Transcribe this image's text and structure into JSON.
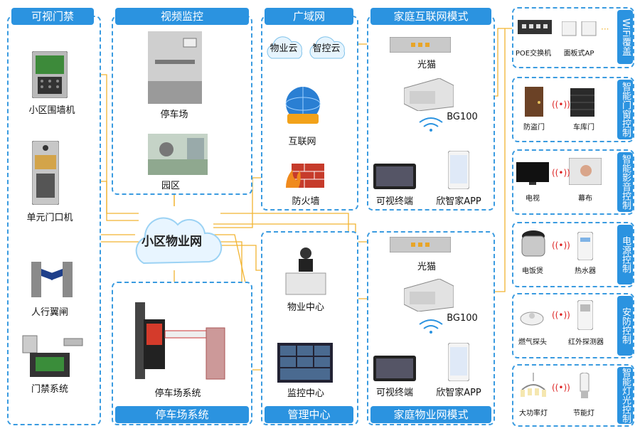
{
  "panels": {
    "access": "可视门禁",
    "video": "视频监控",
    "wan": "广域网",
    "home_internet": "家庭互联网模式",
    "parking": "停车场系统",
    "mgmt": "管理中心",
    "home_property": "家庭物业网模式"
  },
  "side_tabs": {
    "wifi": "WiFi覆盖",
    "door": "智能门窗控制",
    "av": "智能影音控制",
    "power": "电源控制",
    "security": "安防控制",
    "light": "智能灯光控制"
  },
  "nodes": {
    "wall_unit": "小区围墙机",
    "unit_door": "单元门口机",
    "turnstile": "人行翼闸",
    "access_sys": "门禁系统",
    "parking_cam": "停车场",
    "garden": "园区",
    "cloud_property": "物业云",
    "cloud_smart": "智控云",
    "internet": "互联网",
    "firewall": "防火墙",
    "community_net": "小区物业网",
    "property_center": "物业中心",
    "monitor_center": "监控中心",
    "parking_sys": "停车场系统",
    "modem1": "光猫",
    "bg1": "BG100",
    "terminal1": "可视终端",
    "app1": "欣智家APP",
    "modem2": "光猫",
    "bg2": "BG100",
    "terminal2": "可视终端",
    "app2": "欣智家APP"
  },
  "devices": {
    "poe": "POE交换机",
    "ap": "面板式AP",
    "anti_theft": "防盗门",
    "garage": "车库门",
    "tv": "电视",
    "screen": "幕布",
    "cooker": "电饭煲",
    "heater": "热水器",
    "gas": "燃气探头",
    "ir": "红外探测器",
    "chandelier": "大功率灯",
    "bulb": "节能灯"
  },
  "colors": {
    "accent": "#2b93e0",
    "link": "#f2b431"
  }
}
